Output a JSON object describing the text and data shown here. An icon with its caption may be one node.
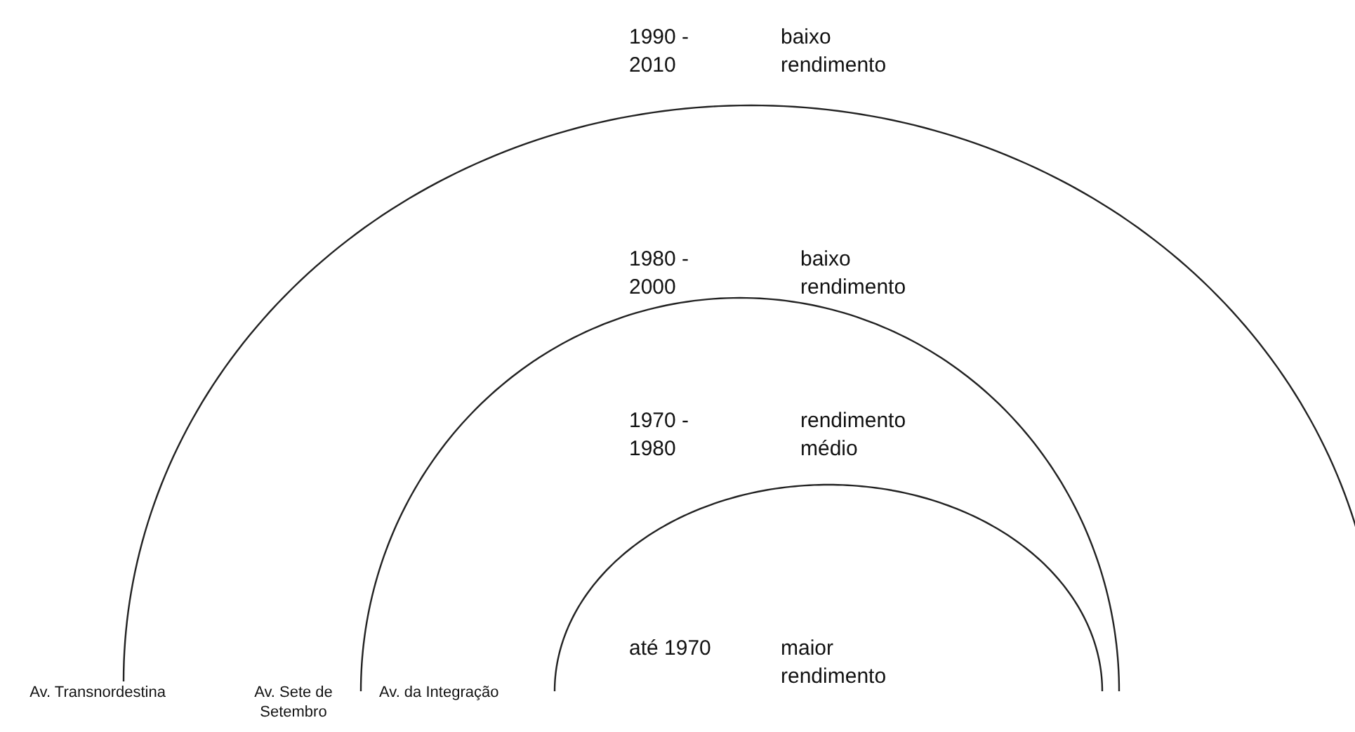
{
  "diagram": {
    "labels": [
      "1990 - 2010",
      "baixo rendimento",
      "1980 - 2000",
      "baixo rendimento",
      "1970 - 1980",
      "rendimento médio",
      "até 1970",
      "maior rendimento",
      "Av. Transnordestina",
      "Av. Sete de Setembro",
      "Av. da Integração"
    ]
  }
}
